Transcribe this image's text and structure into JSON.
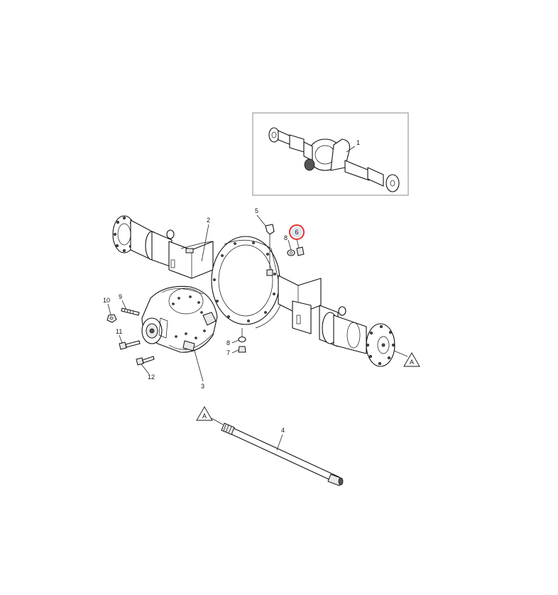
{
  "diagram": {
    "callouts": {
      "c1": "1",
      "c2": "2",
      "c3": "3",
      "c4": "4",
      "c5": "5",
      "c6": "6",
      "c7": "7",
      "c8a": "8",
      "c8b": "8",
      "c9": "9",
      "c10": "10",
      "c11": "11",
      "c12": "12"
    },
    "section_markers": {
      "right": "A",
      "shaft": "A"
    },
    "highlight_color": "#e0312f"
  }
}
